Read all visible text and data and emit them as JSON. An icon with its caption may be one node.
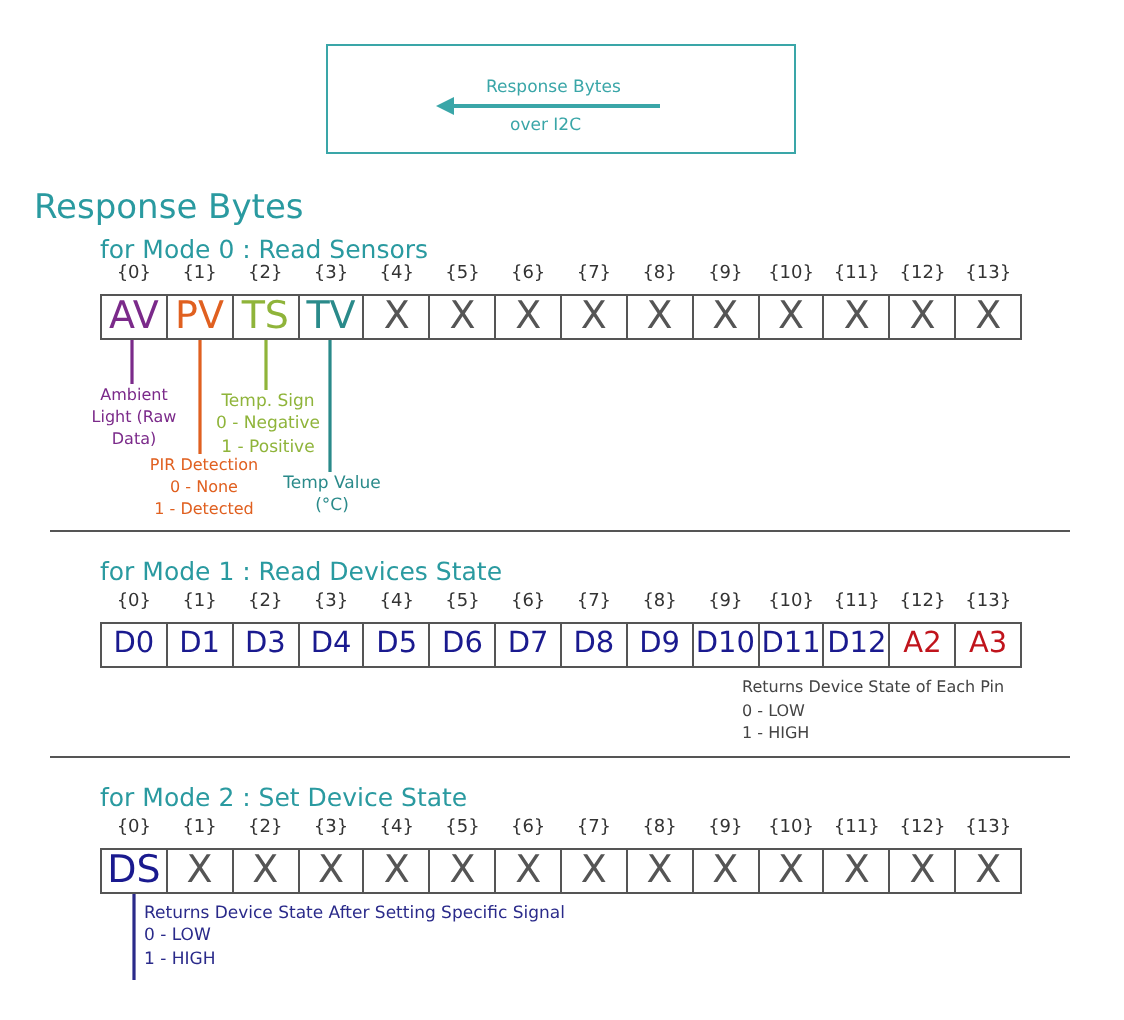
{
  "diagram": {
    "title": "Response Bytes",
    "nodes": [
      {
        "text": [
          "AV"
        ],
        "beside": [
          "{0}"
        ]
      },
      {
        "text": [
          "PV"
        ],
        "beside": [
          "{1}"
        ]
      },
      {
        "text": [
          "TS"
        ],
        "beside": [
          "{2}"
        ]
      },
      {
        "text": [
          "TV"
        ],
        "beside": [
          "{3}"
        ]
      },
      {
        "text": [
          "X"
        ],
        "beside": [
          "{4}"
        ]
      },
      {
        "text": [
          "X"
        ],
        "beside": [
          "{5}"
        ]
      },
      {
        "text": [
          "X"
        ],
        "beside": [
          "{6}"
        ]
      },
      {
        "text": [
          "X"
        ],
        "beside": [
          "{7}"
        ]
      },
      {
        "text": [
          "X"
        ],
        "beside": [
          "{8}"
        ]
      },
      {
        "text": [
          "X"
        ],
        "beside": [
          "{9}"
        ]
      },
      {
        "text": [
          "X"
        ],
        "beside": [
          "{10}"
        ]
      },
      {
        "text": [
          "X"
        ],
        "beside": [
          "{11}"
        ]
      },
      {
        "text": [
          "X"
        ],
        "beside": [
          "{12}"
        ]
      },
      {
        "text": [
          "X"
        ],
        "beside": [
          "{13}"
        ]
      },
      {
        "text": [
          "Ambient Light (Raw Data)"
        ]
      },
      {
        "text": [
          "Temp. Sign",
          "0 - Negative",
          "1 - Positive"
        ]
      },
      {
        "text": [
          "PIR Detection",
          "0 - None",
          "1 - Detected"
        ]
      },
      {
        "text": [
          "Temp Value (°C)"
        ]
      },
      {
        "text": [
          "D0"
        ],
        "beside": [
          "{0}"
        ]
      },
      {
        "text": [
          "D1"
        ],
        "beside": [
          "{1}"
        ]
      },
      {
        "text": [
          "D3"
        ],
        "beside": [
          "{2}"
        ]
      },
      {
        "text": [
          "D4"
        ],
        "beside": [
          "{3}"
        ]
      },
      {
        "text": [
          "D5"
        ],
        "beside": [
          "{4}"
        ]
      },
      {
        "text": [
          "D6"
        ],
        "beside": [
          "{5}"
        ]
      },
      {
        "text": [
          "D7"
        ],
        "beside": [
          "{6}"
        ]
      },
      {
        "text": [
          "D8"
        ],
        "beside": [
          "{7}"
        ]
      },
      {
        "text": [
          "D9"
        ],
        "beside": [
          "{8}"
        ]
      },
      {
        "text": [
          "D10"
        ],
        "beside": [
          "{9}"
        ]
      },
      {
        "text": [
          "D11"
        ],
        "beside": [
          "{10}"
        ]
      },
      {
        "text": [
          "D12"
        ],
        "beside": [
          "{11}"
        ]
      },
      {
        "text": [
          "A2"
        ],
        "beside": [
          "{12}"
        ]
      },
      {
        "text": [
          "A3"
        ],
        "beside": [
          "{13}"
        ]
      },
      {
        "text": [
          "DS"
        ],
        "beside": [
          "{0}"
        ]
      },
      {
        "text": [
          "X"
        ],
        "beside": [
          "{1}"
        ]
      },
      {
        "text": [
          "X"
        ],
        "beside": [
          "{2}"
        ]
      },
      {
        "text": [
          "X"
        ],
        "beside": [
          "{3}"
        ]
      },
      {
        "text": [
          "X"
        ],
        "beside": [
          "{4}"
        ]
      },
      {
        "text": [
          "X"
        ],
        "beside": [
          "{5}"
        ]
      },
      {
        "text": [
          "X"
        ],
        "beside": [
          "{6}"
        ]
      },
      {
        "text": [
          "X"
        ],
        "beside": [
          "{7}"
        ]
      },
      {
        "text": [
          "X"
        ],
        "beside": [
          "{8}"
        ]
      },
      {
        "text": [
          "X"
        ],
        "beside": [
          "{9}"
        ]
      },
      {
        "text": [
          "X"
        ],
        "beside": [
          "{10}"
        ]
      },
      {
        "text": [
          "X"
        ],
        "beside": [
          "{11}"
        ]
      },
      {
        "text": [
          "X"
        ],
        "beside": [
          "{12}"
        ]
      },
      {
        "text": [
          "X"
        ],
        "beside": [
          "{13}"
        ]
      },
      {
        "text": [
          "Returns Device State After Setting Specific Signal",
          "0 - LOW",
          "1 - HIGH"
        ]
      }
    ],
    "edges": [
      {
        "from": 14,
        "to": 0,
        "arrow": "none",
        "color": "#7b2a8a"
      },
      {
        "from": 15,
        "to": 2,
        "arrow": "none",
        "color": "#8fb43a"
      },
      {
        "from": 16,
        "to": 1,
        "arrow": "none",
        "color": "#e06020"
      },
      {
        "from": 17,
        "to": 3,
        "arrow": "none",
        "color": "#2a8a8a"
      },
      {
        "from": 46,
        "to": 32,
        "arrow": "none",
        "color": "#2a2a8a"
      }
    ],
    "labels": [
      "Response Bytes",
      "over I2C",
      "for Mode 0 : Read Sensors",
      "for Mode 1 : Read Devices State",
      "Returns Device State of Each Pin",
      "0 - LOW",
      "1 - HIGH",
      "for Mode 2 : Set Device State"
    ]
  }
}
